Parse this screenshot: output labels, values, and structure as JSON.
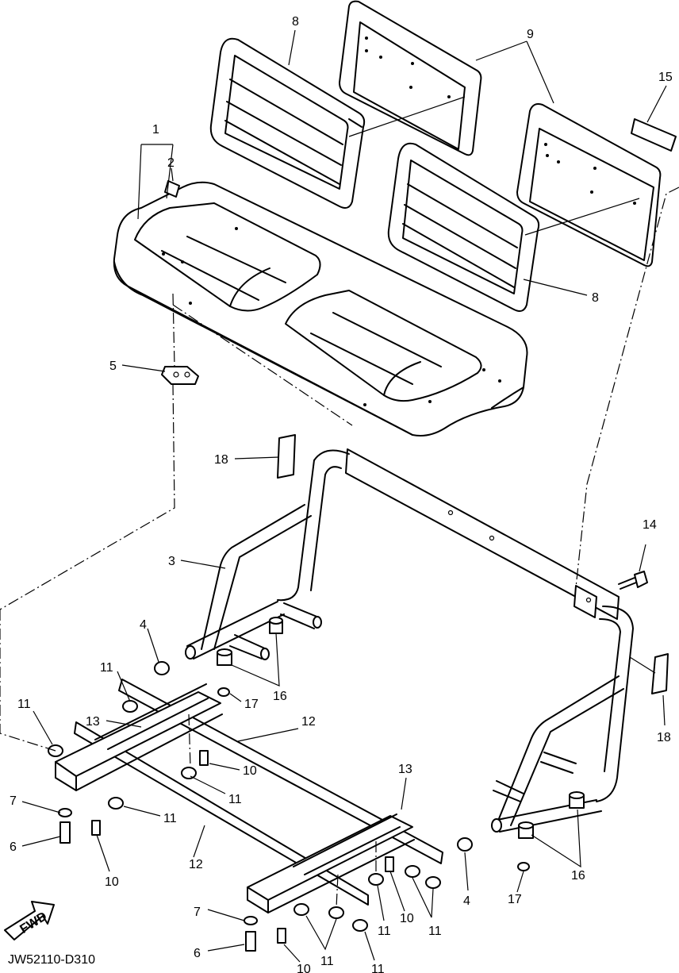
{
  "diagram_code": "JW52110-D310",
  "fwd_label": "FWD",
  "callouts": {
    "c1": "1",
    "c2": "2",
    "c3": "3",
    "c4a": "4",
    "c4b": "4",
    "c5": "5",
    "c6a": "6",
    "c6b": "6",
    "c7a": "7",
    "c7b": "7",
    "c8a": "8",
    "c8b": "8",
    "c9": "9",
    "c10a": "10",
    "c10b": "10",
    "c10c": "10",
    "c10d": "10",
    "c11a": "11",
    "c11b": "11",
    "c11c": "11",
    "c11d": "11",
    "c11e": "11",
    "c11f": "11",
    "c11g": "11",
    "c11h": "11",
    "c12a": "12",
    "c12b": "12",
    "c13a": "13",
    "c13b": "13",
    "c14": "14",
    "c15": "15",
    "c16a": "16",
    "c16b": "16",
    "c17a": "17",
    "c17b": "17",
    "c18a": "18",
    "c18b": "18"
  }
}
